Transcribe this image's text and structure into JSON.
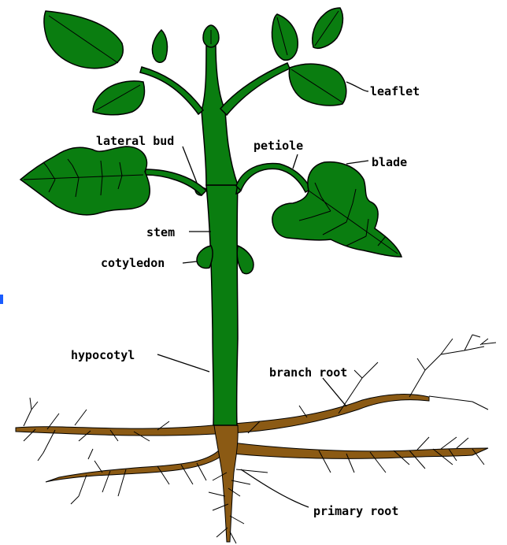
{
  "diagram": {
    "labels": {
      "leaflet": "leaflet",
      "lateral_bud": "lateral bud",
      "petiole": "petiole",
      "blade": "blade",
      "stem": "stem",
      "cotyledon": "cotyledon",
      "hypocotyl": "hypocotyl",
      "branch_root": "branch root",
      "primary_root": "primary root"
    },
    "colors": {
      "foliage": "#0a7d10",
      "root": "#8b5a14",
      "marker": "#1a5cff"
    }
  }
}
